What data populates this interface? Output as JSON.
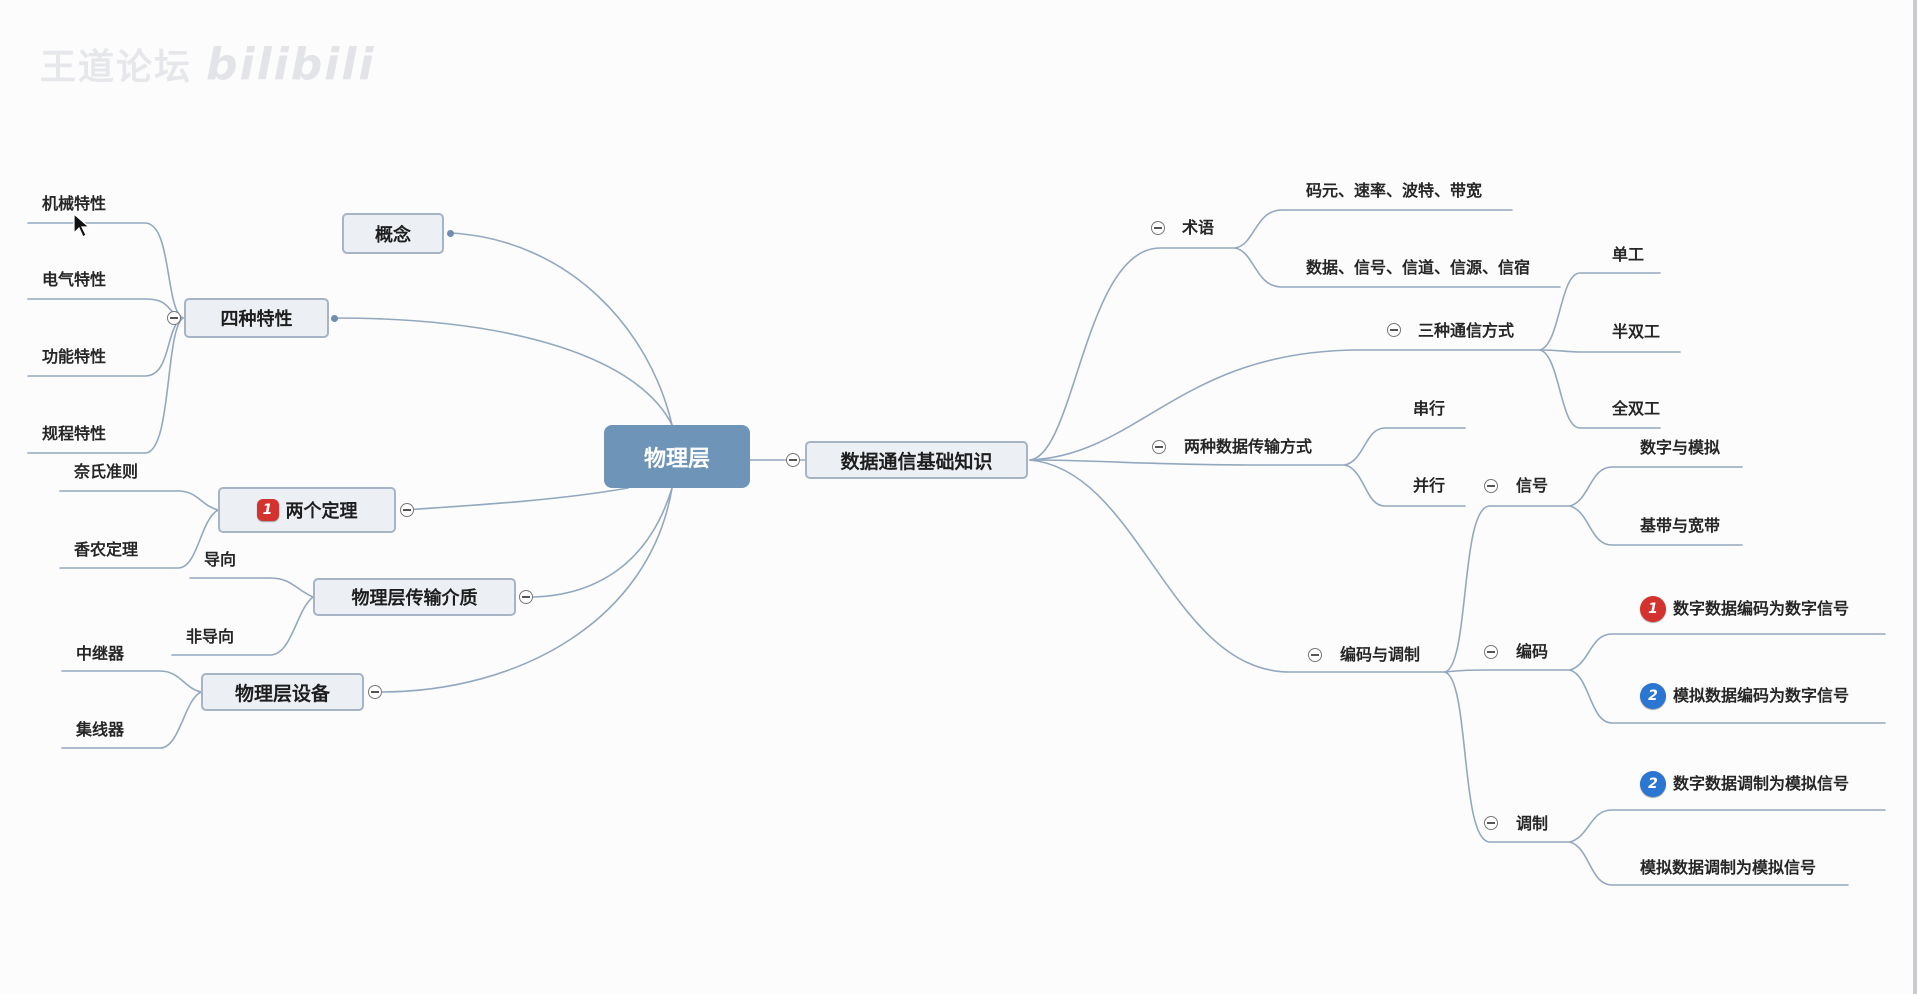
{
  "watermark": {
    "text": "王道论坛",
    "brand": "bilibili"
  },
  "colors": {
    "root_fill": "#6e95b7",
    "node_fill": "#eceff4",
    "node_border": "#a7b4c6",
    "line": "#93a8be",
    "badge_red": "#d3322e",
    "badge_blue": "#2a76d2"
  },
  "nodes": {
    "root": "物理层",
    "concept": "概念",
    "four_characteristics": "四种特性",
    "mechanical": "机械特性",
    "electrical": "电气特性",
    "functional": "功能特性",
    "procedural": "规程特性",
    "two_theorems": "两个定理",
    "nyquist": "奈氏准则",
    "shannon": "香农定理",
    "medium": "物理层传输介质",
    "guided": "导向",
    "unguided": "非导向",
    "devices": "物理层设备",
    "repeater": "中继器",
    "hub": "集线器",
    "data_comm": "数据通信基础知识",
    "terms": "术语",
    "terms_1": "码元、速率、波特、带宽",
    "terms_2": "数据、信号、信道、信源、信宿",
    "three_modes": "三种通信方式",
    "simplex": "单工",
    "half_duplex": "半双工",
    "full_duplex": "全双工",
    "two_transfer": "两种数据传输方式",
    "serial": "串行",
    "parallel": "并行",
    "encode_modulate": "编码与调制",
    "signal": "信号",
    "digital_analog": "数字与模拟",
    "baseband_broadband": "基带与宽带",
    "encoding": "编码",
    "enc_digital_digital": "数字数据编码为数字信号",
    "enc_analog_digital": "模拟数据编码为数字信号",
    "modulation": "调制",
    "mod_digital_analog": "数字数据调制为模拟信号",
    "mod_analog_analog": "模拟数据调制为模拟信号"
  },
  "badges": {
    "two_theorems": {
      "num": "1",
      "color": "red"
    },
    "enc_digital_digital": {
      "num": "1",
      "color": "red"
    },
    "enc_analog_digital": {
      "num": "2",
      "color": "blue"
    },
    "mod_digital_analog": {
      "num": "2",
      "color": "blue"
    }
  }
}
